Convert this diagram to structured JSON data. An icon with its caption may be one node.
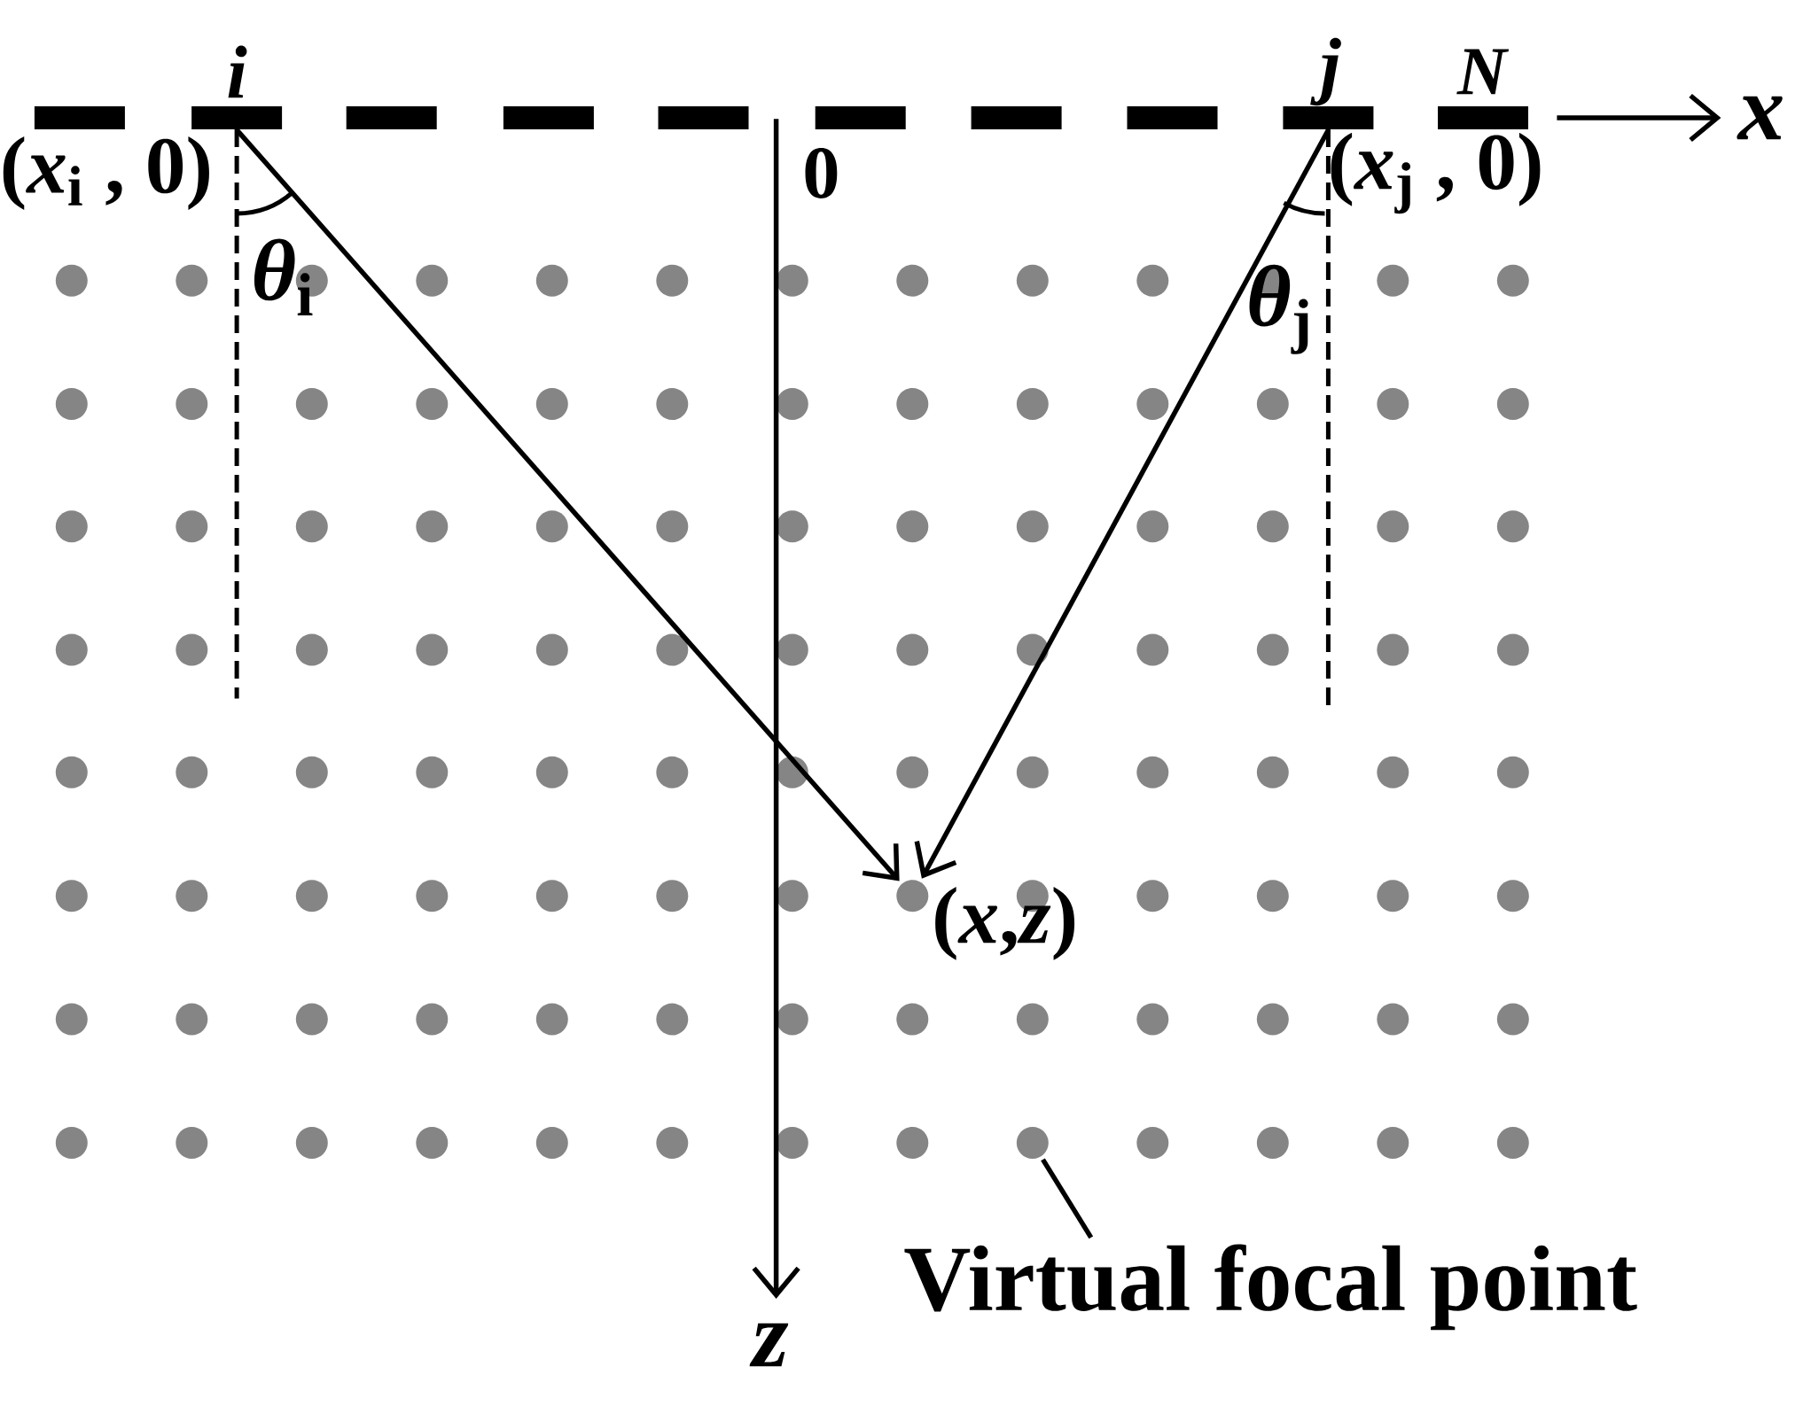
{
  "diagram": {
    "nodes": [
      {
        "text": [],
        "shape": "bar"
      },
      {
        "text": [
          "*i*"
        ],
        "beside": [
          "(*x*$_{i}$ , 0)"
        ]
      },
      {
        "text": [],
        "shape": "bar"
      },
      {
        "text": [],
        "shape": "bar"
      },
      {
        "text": [],
        "shape": "bar"
      },
      {
        "text": [],
        "shape": "bar"
      },
      {
        "text": [],
        "shape": "bar"
      },
      {
        "text": [],
        "shape": "bar"
      },
      {
        "text": [
          "*j*"
        ],
        "beside": [
          "(*x*$_{j}$ , 0)"
        ]
      },
      {
        "text": [
          "*N*"
        ]
      },
      {
        "text": [],
        "shape": "circle",
        "beside": [
          "(*x*,*z*)"
        ]
      },
      {
        "text": [
          "Virtual focal point"
        ]
      },
      {
        "text": [],
        "shape": "circle"
      }
    ],
    "edges": [
      {
        "from": 1,
        "to": 10,
        "arrow": "to"
      },
      {
        "from": 8,
        "to": 10,
        "arrow": "to"
      },
      {
        "from": 11,
        "to": 12,
        "arrow": "none"
      }
    ],
    "labels": [
      "*x*",
      "0",
      "*z*",
      "*θ*$_{i}$",
      "*θ*$_{j}$"
    ]
  }
}
